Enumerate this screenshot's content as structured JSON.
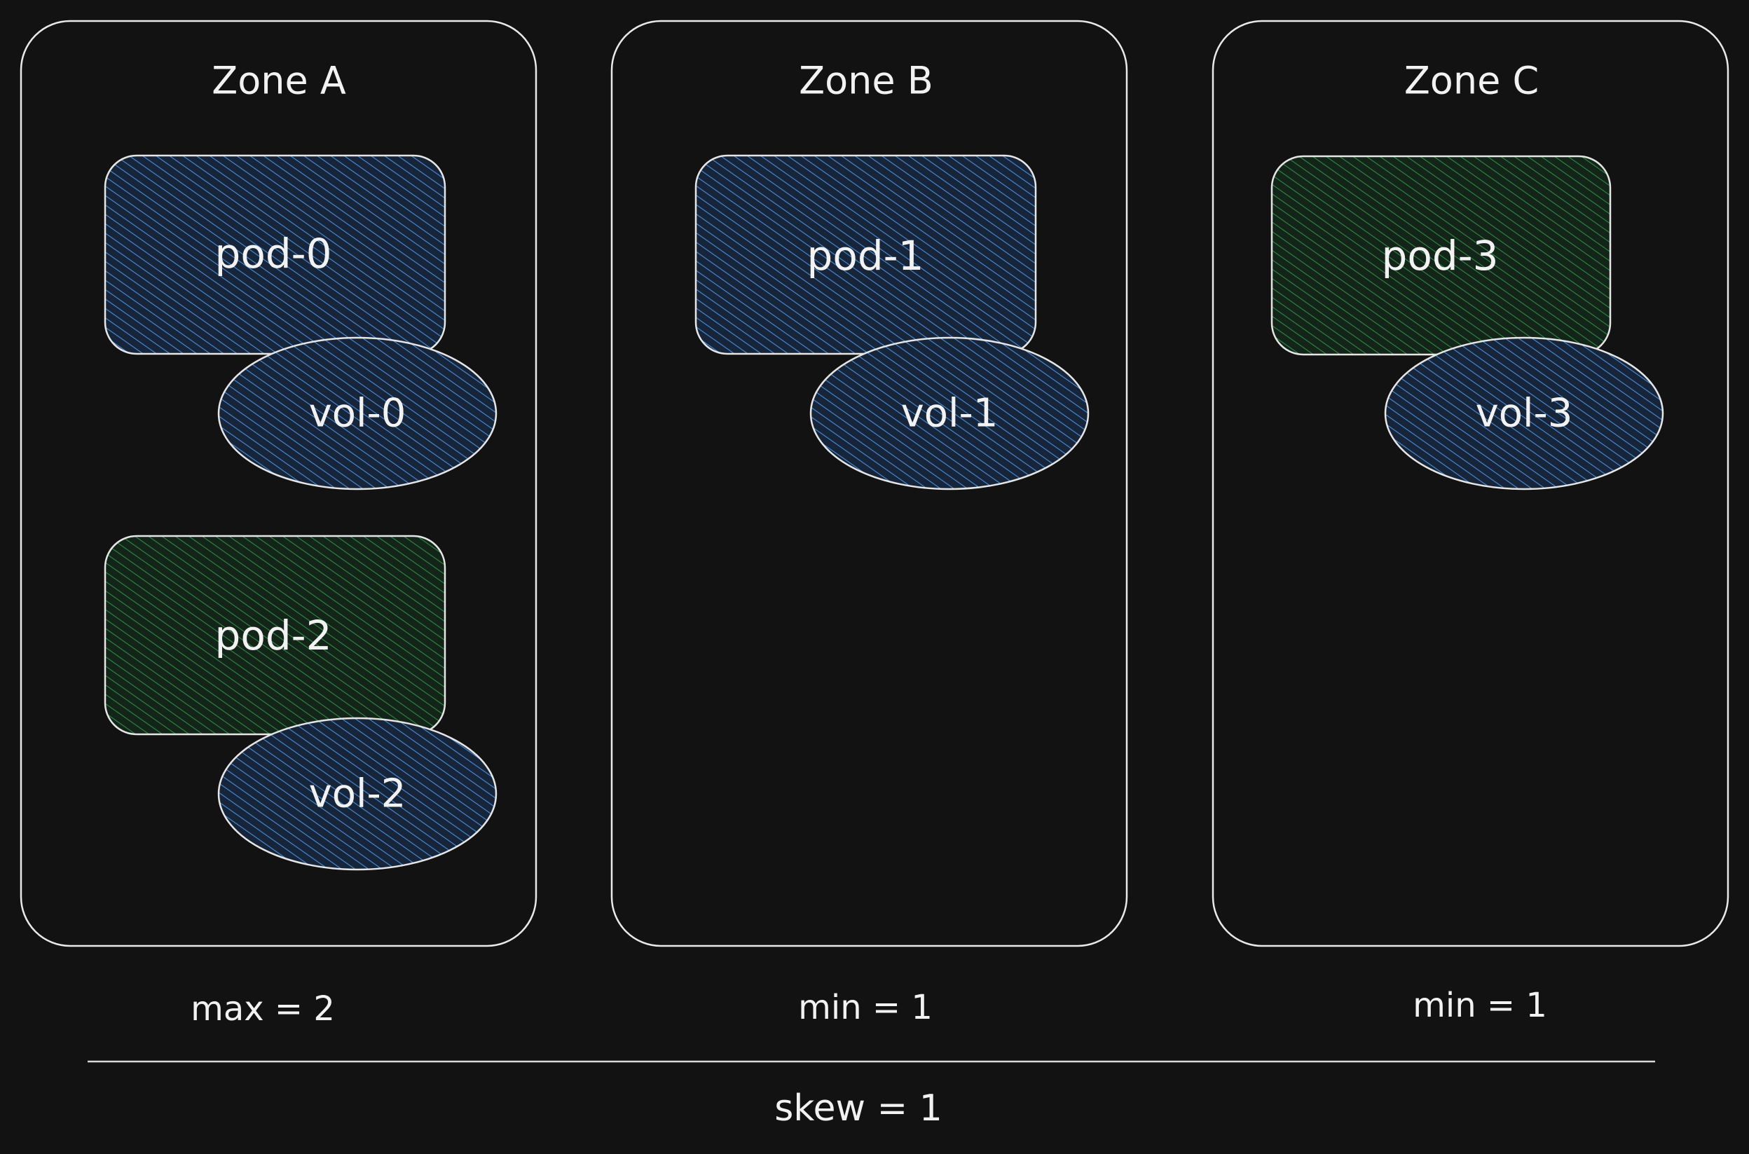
{
  "colors": {
    "background": "#121212",
    "outline": "#e9e9e9",
    "blue_hatch": "#4a8fd8",
    "blue_fill": "#17253a",
    "green_hatch": "#2f8a45",
    "green_fill": "#132418"
  },
  "zones": [
    {
      "title": "Zone A",
      "stat": "max = 2",
      "pods": [
        {
          "pod": "pod-0",
          "pod_color": "blue",
          "vol": "vol-0",
          "vol_color": "blue"
        },
        {
          "pod": "pod-2",
          "pod_color": "green",
          "vol": "vol-2",
          "vol_color": "blue"
        }
      ]
    },
    {
      "title": "Zone B",
      "stat": "min = 1",
      "pods": [
        {
          "pod": "pod-1",
          "pod_color": "blue",
          "vol": "vol-1",
          "vol_color": "blue"
        }
      ]
    },
    {
      "title": "Zone C",
      "stat": "min = 1",
      "pods": [
        {
          "pod": "pod-3",
          "pod_color": "green",
          "vol": "vol-3",
          "vol_color": "blue"
        }
      ]
    }
  ],
  "skew": "skew = 1"
}
